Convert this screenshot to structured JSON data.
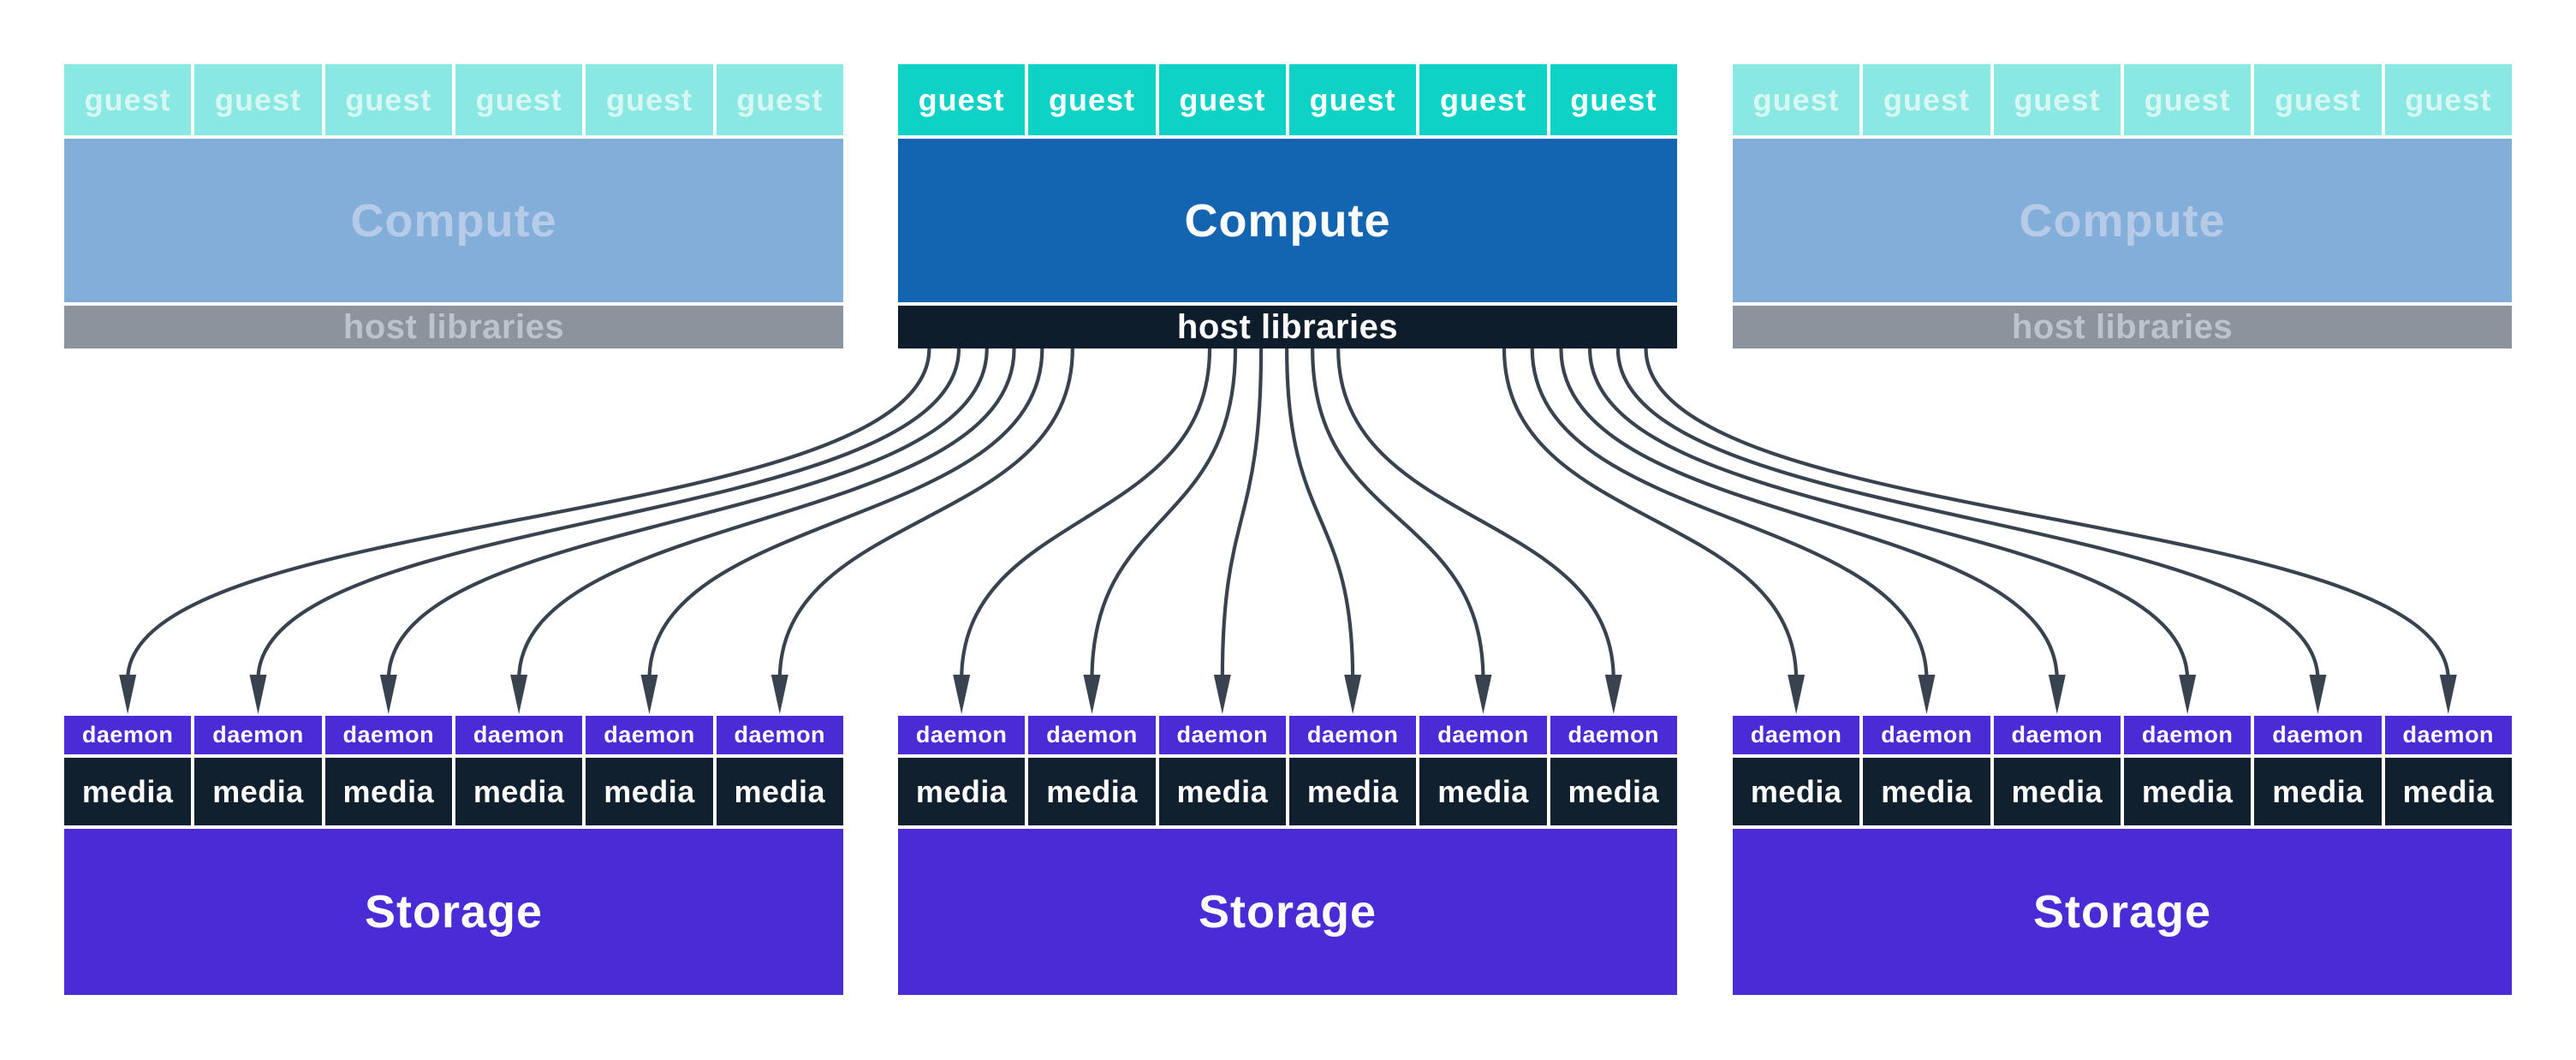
{
  "colors": {
    "background": "#ffffff",
    "guest_active": "#0dd2c5",
    "guest_inactive": "#89e9e2",
    "guest_text_active": "#ffffff",
    "guest_text_inactive": "#d8f7f4",
    "compute_active": "#1365b1",
    "compute_inactive": "#82aed9",
    "compute_text_active": "#ffffff",
    "compute_text_inactive": "#b6cbe7",
    "hostlib_active": "#0e1d2b",
    "hostlib_inactive": "#8b939c",
    "hostlib_text_active": "#ffffff",
    "hostlib_text_inactive": "#bcc3ca",
    "daemon_fill": "#4b2bd6",
    "media_fill": "#11202e",
    "storage_fill": "#4b2bd6",
    "block_text": "#ffffff",
    "arrow": "#39424f"
  },
  "nodes": [
    {
      "id": "node-1",
      "state": "inactive",
      "guests": [
        "guest",
        "guest",
        "guest",
        "guest",
        "guest",
        "guest"
      ],
      "compute": "Compute",
      "host_libraries": "host libraries",
      "daemons": [
        "daemon",
        "daemon",
        "daemon",
        "daemon",
        "daemon",
        "daemon"
      ],
      "media": [
        "media",
        "media",
        "media",
        "media",
        "media",
        "media"
      ],
      "storage": "Storage"
    },
    {
      "id": "node-2",
      "state": "active",
      "guests": [
        "guest",
        "guest",
        "guest",
        "guest",
        "guest",
        "guest"
      ],
      "compute": "Compute",
      "host_libraries": "host libraries",
      "daemons": [
        "daemon",
        "daemon",
        "daemon",
        "daemon",
        "daemon",
        "daemon"
      ],
      "media": [
        "media",
        "media",
        "media",
        "media",
        "media",
        "media"
      ],
      "storage": "Storage"
    },
    {
      "id": "node-3",
      "state": "inactive",
      "guests": [
        "guest",
        "guest",
        "guest",
        "guest",
        "guest",
        "guest"
      ],
      "compute": "Compute",
      "host_libraries": "host libraries",
      "daemons": [
        "daemon",
        "daemon",
        "daemon",
        "daemon",
        "daemon",
        "daemon"
      ],
      "media": [
        "media",
        "media",
        "media",
        "media",
        "media",
        "media"
      ],
      "storage": "Storage"
    }
  ],
  "edges": [
    {
      "from": "node-2",
      "from_part": "host-libraries",
      "to": "node-1",
      "daemon": 0
    },
    {
      "from": "node-2",
      "from_part": "host-libraries",
      "to": "node-1",
      "daemon": 1
    },
    {
      "from": "node-2",
      "from_part": "host-libraries",
      "to": "node-1",
      "daemon": 2
    },
    {
      "from": "node-2",
      "from_part": "host-libraries",
      "to": "node-1",
      "daemon": 3
    },
    {
      "from": "node-2",
      "from_part": "host-libraries",
      "to": "node-1",
      "daemon": 4
    },
    {
      "from": "node-2",
      "from_part": "host-libraries",
      "to": "node-1",
      "daemon": 5
    },
    {
      "from": "node-2",
      "from_part": "host-libraries",
      "to": "node-2",
      "daemon": 0
    },
    {
      "from": "node-2",
      "from_part": "host-libraries",
      "to": "node-2",
      "daemon": 1
    },
    {
      "from": "node-2",
      "from_part": "host-libraries",
      "to": "node-2",
      "daemon": 2
    },
    {
      "from": "node-2",
      "from_part": "host-libraries",
      "to": "node-2",
      "daemon": 3
    },
    {
      "from": "node-2",
      "from_part": "host-libraries",
      "to": "node-2",
      "daemon": 4
    },
    {
      "from": "node-2",
      "from_part": "host-libraries",
      "to": "node-2",
      "daemon": 5
    },
    {
      "from": "node-2",
      "from_part": "host-libraries",
      "to": "node-3",
      "daemon": 0
    },
    {
      "from": "node-2",
      "from_part": "host-libraries",
      "to": "node-3",
      "daemon": 1
    },
    {
      "from": "node-2",
      "from_part": "host-libraries",
      "to": "node-3",
      "daemon": 2
    },
    {
      "from": "node-2",
      "from_part": "host-libraries",
      "to": "node-3",
      "daemon": 3
    },
    {
      "from": "node-2",
      "from_part": "host-libraries",
      "to": "node-3",
      "daemon": 4
    },
    {
      "from": "node-2",
      "from_part": "host-libraries",
      "to": "node-3",
      "daemon": 5
    }
  ]
}
